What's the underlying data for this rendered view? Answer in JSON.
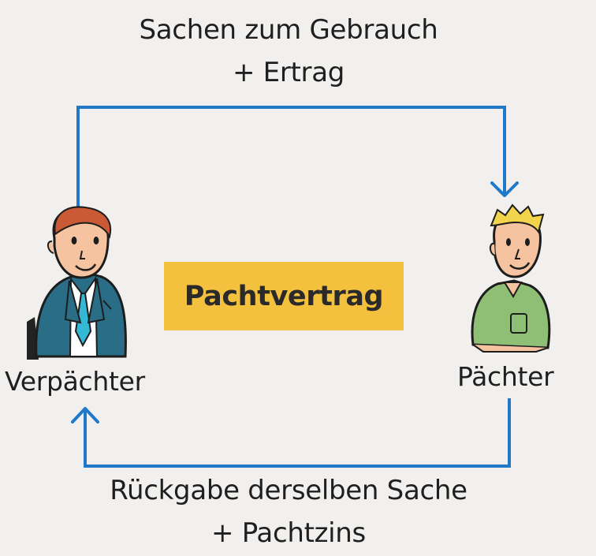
{
  "top_flow": {
    "line1": "Sachen zum Gebrauch",
    "line2": "+ Ertrag"
  },
  "bottom_flow": {
    "line1": "Rückgabe derselben Sache",
    "line2": "+ Pachtzins"
  },
  "parties": {
    "left": "Verpächter",
    "right": "Pächter"
  },
  "center": {
    "label": "Pachtvertrag"
  },
  "colors": {
    "arrow": "#1f79c8",
    "contract_box": "#f4c13f",
    "left_suit": "#2a6d86",
    "right_shirt": "#8fbf74",
    "hair_left": "#c95a35",
    "hair_right": "#f2d34c",
    "skin": "#f5c39f"
  },
  "icons": {
    "left_person": "businessman-icon",
    "right_person": "young-man-icon"
  }
}
